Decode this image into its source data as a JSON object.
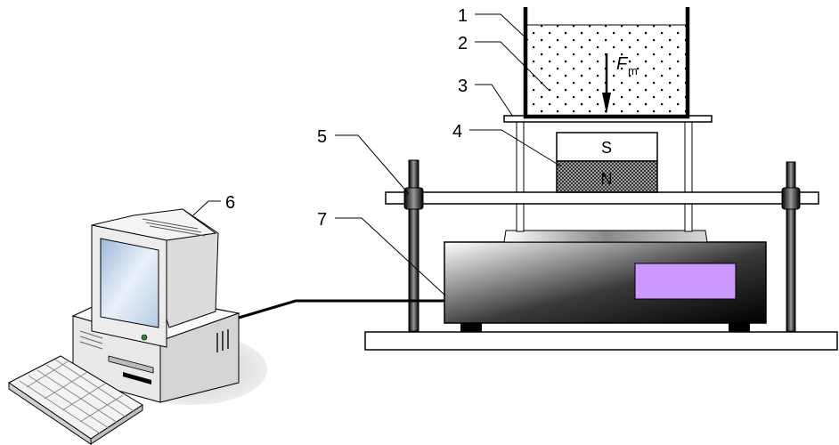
{
  "labels": {
    "l1": "1",
    "l2": "2",
    "l3": "3",
    "l4": "4",
    "l5": "5",
    "l6": "6",
    "l7": "7"
  },
  "magnet": {
    "north": "N",
    "south": "S"
  },
  "force": {
    "symbol": "F",
    "subscript": "m"
  },
  "colors": {
    "display": "#cc99ff",
    "stroke": "#000000",
    "screen": "#c8d8ea"
  },
  "icons": {
    "computer": "desktop-computer-icon",
    "keyboard": "keyboard-icon"
  }
}
